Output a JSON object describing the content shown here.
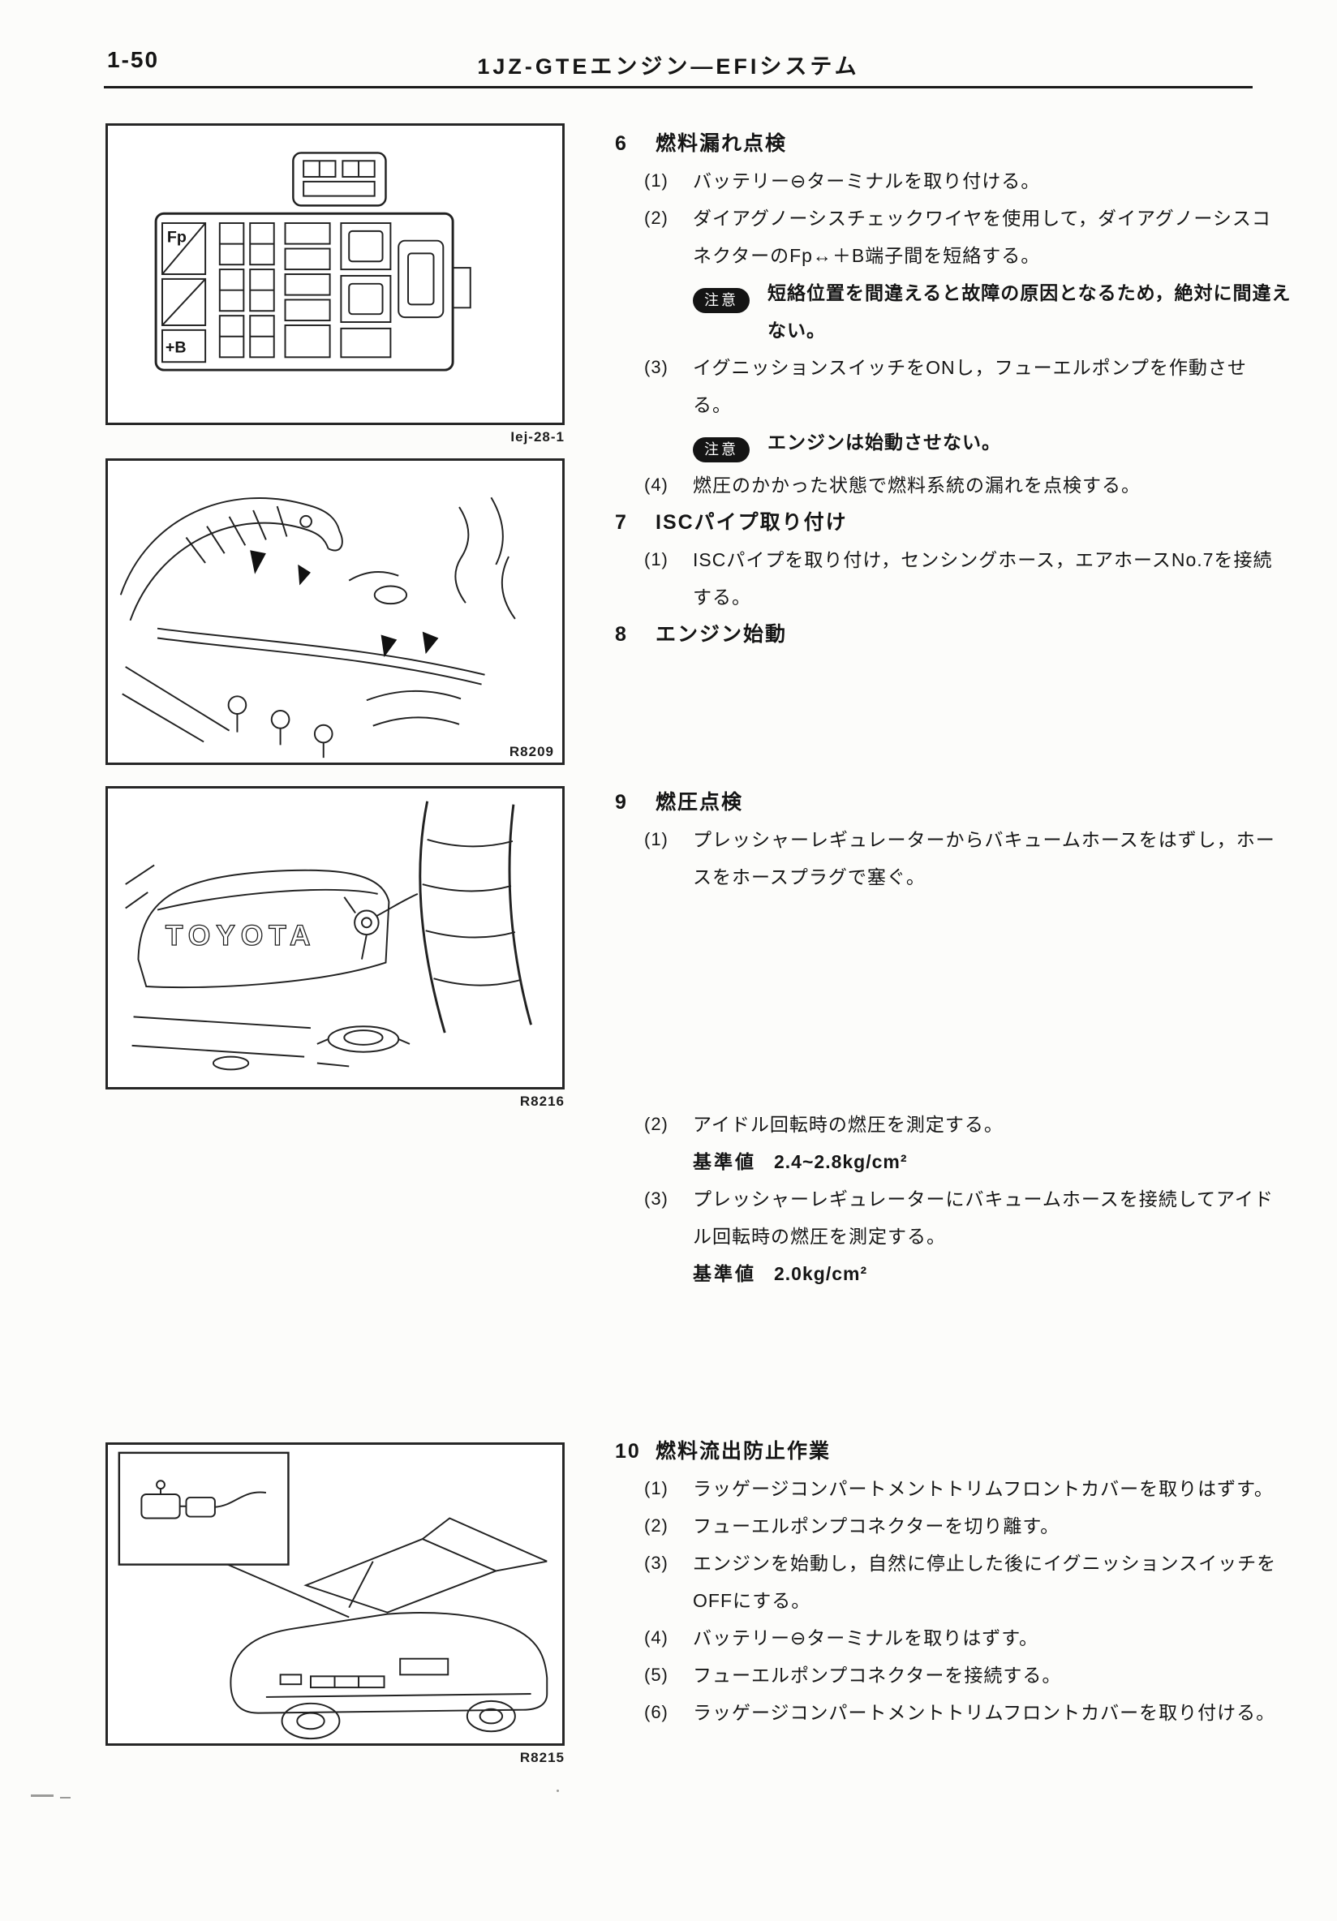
{
  "page": {
    "page_number": "1-50",
    "header_title": "1JZ-GTEエンジン—EFIシステム"
  },
  "figures": [
    {
      "caption": "Iej-28-1",
      "labels": [
        "Fp",
        "+B"
      ]
    },
    {
      "caption": "R8209"
    },
    {
      "caption": "R8216",
      "label": "TOYOTA"
    },
    {
      "caption": "R8215"
    }
  ],
  "sections": [
    {
      "number": "6",
      "title": "燃料漏れ点検",
      "steps": [
        {
          "num": "(1)",
          "text": "バッテリー⊖ターミナルを取り付ける。"
        },
        {
          "num": "(2)",
          "text": "ダイアグノーシスチェックワイヤを使用して，ダイアグノーシスコネクターのFp↔＋B端子間を短絡する。",
          "note_badge": "注意",
          "note_text": "短絡位置を間違えると故障の原因となるため，絶対に間違えない。"
        },
        {
          "num": "(3)",
          "text": "イグニッションスイッチをONし，フューエルポンプを作動させる。",
          "note_badge": "注意",
          "note_text": "エンジンは始動させない。"
        },
        {
          "num": "(4)",
          "text": "燃圧のかかった状態で燃料系統の漏れを点検する。"
        }
      ]
    },
    {
      "number": "7",
      "title": "ISCパイプ取り付け",
      "steps": [
        {
          "num": "(1)",
          "text": "ISCパイプを取り付け，センシングホース，エアホースNo.7を接続する。"
        }
      ]
    },
    {
      "number": "8",
      "title": "エンジン始動",
      "steps": []
    },
    {
      "number": "9",
      "title": "燃圧点検",
      "steps": [
        {
          "num": "(1)",
          "text": "プレッシャーレギュレーターからバキュームホースをはずし，ホースをホースプラグで塞ぐ。"
        },
        {
          "num": "(2)",
          "text": "アイドル回転時の燃圧を測定する。",
          "spec_label": "基準値",
          "spec_value": "2.4~2.8kg/cm²"
        },
        {
          "num": "(3)",
          "text": "プレッシャーレギュレーターにバキュームホースを接続してアイドル回転時の燃圧を測定する。",
          "spec_label": "基準値",
          "spec_value": "2.0kg/cm²"
        }
      ]
    },
    {
      "number": "10",
      "title": "燃料流出防止作業",
      "steps": [
        {
          "num": "(1)",
          "text": "ラッゲージコンパートメントトリムフロントカバーを取りはずす。"
        },
        {
          "num": "(2)",
          "text": "フューエルポンプコネクターを切り離す。"
        },
        {
          "num": "(3)",
          "text": "エンジンを始動し，自然に停止した後にイグニッションスイッチをOFFにする。"
        },
        {
          "num": "(4)",
          "text": "バッテリー⊖ターミナルを取りはずす。"
        },
        {
          "num": "(5)",
          "text": "フューエルポンプコネクターを接続する。"
        },
        {
          "num": "(6)",
          "text": "ラッゲージコンパートメントトリムフロントカバーを取り付ける。"
        }
      ]
    }
  ]
}
